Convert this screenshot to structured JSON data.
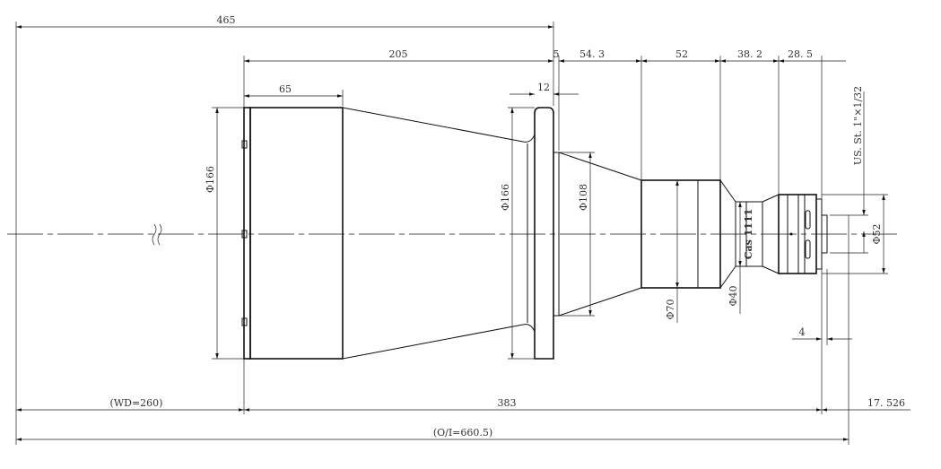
{
  "drawing": {
    "dimensions": {
      "overall_465": "465",
      "len_205": "205",
      "len_5": "5",
      "len_54_3": "54. 3",
      "len_52": "52",
      "len_38_2": "38. 2",
      "len_28_5": "28. 5",
      "len_65": "65",
      "len_12": "12",
      "dia_166_left": "Φ166",
      "dia_166_right": "Φ166",
      "dia_108": "Φ108",
      "dia_70": "Φ70",
      "dia_40": "Φ40",
      "dia_52": "Φ52",
      "len_4": "4",
      "wd": "(WD=260)",
      "len_383": "383",
      "len_17_526": "17. 526",
      "oi": "(O/I=660.5)"
    },
    "thread_label": "US. St. 1\"×1/32",
    "knurl_text": "Cas 1111"
  }
}
